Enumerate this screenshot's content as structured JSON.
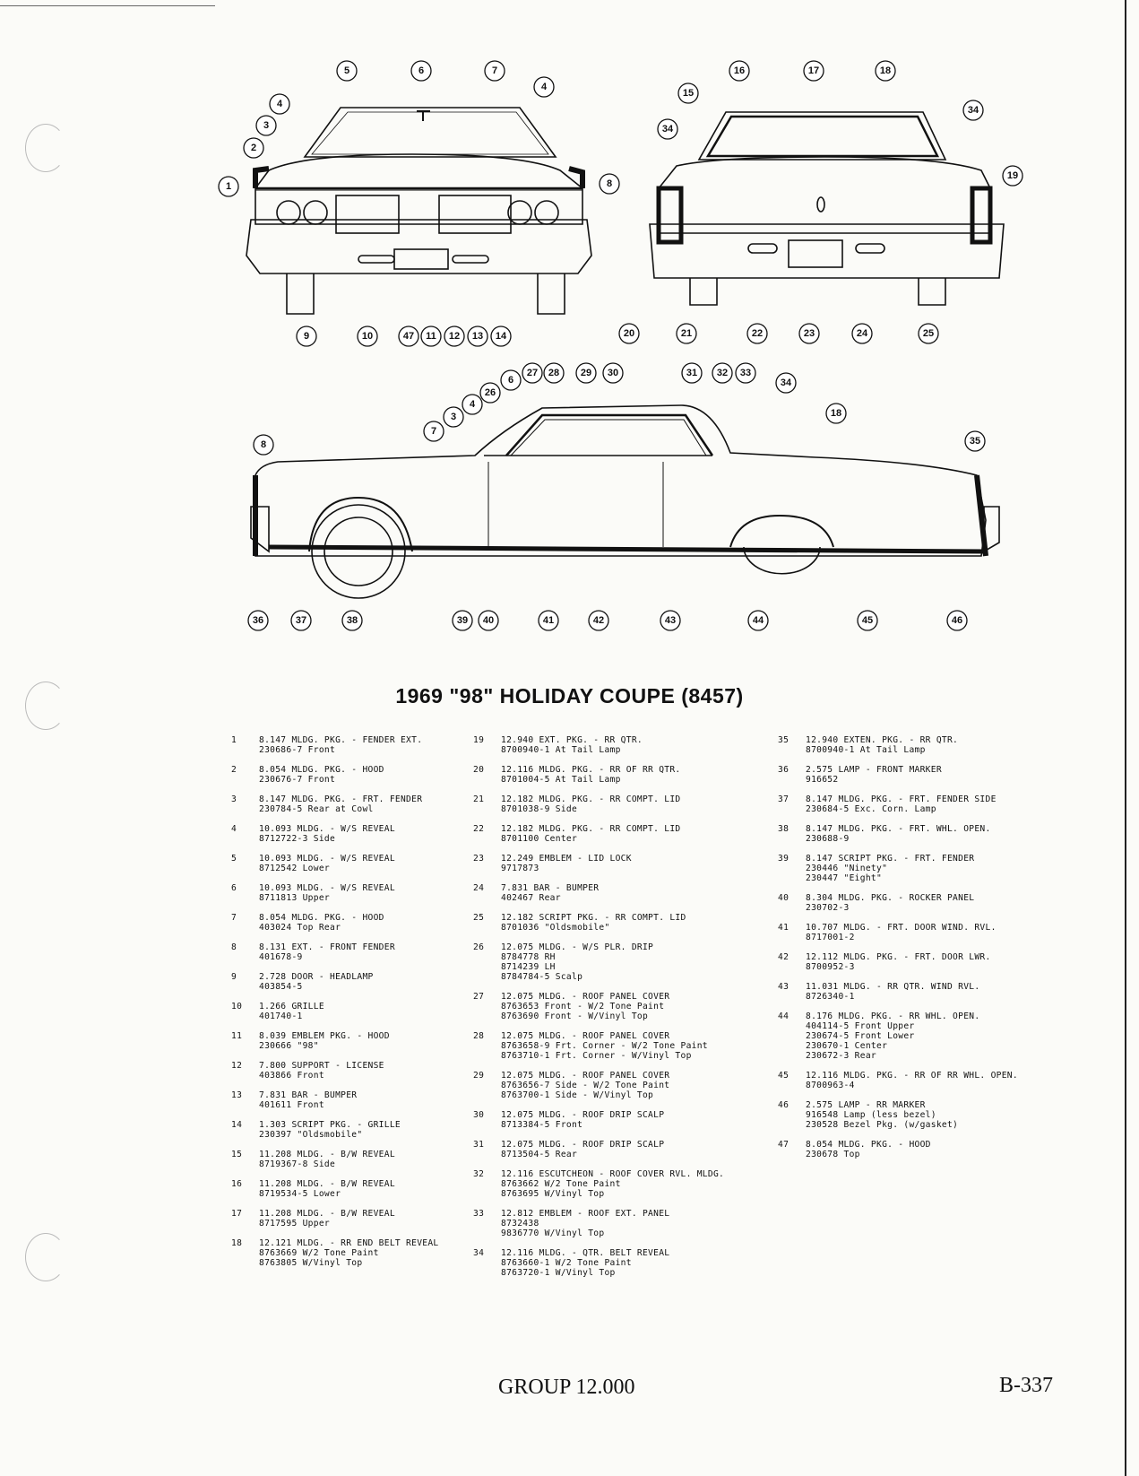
{
  "title": "1969 \"98\" HOLIDAY COUPE (8457)",
  "callouts": {
    "front": [
      "1",
      "2",
      "3",
      "4",
      "4",
      "5",
      "6",
      "7",
      "8",
      "9",
      "10",
      "47",
      "11",
      "12",
      "13",
      "14"
    ],
    "rear": [
      "15",
      "16",
      "17",
      "18",
      "34",
      "34",
      "19",
      "20",
      "21",
      "22",
      "23",
      "24",
      "25"
    ],
    "side": [
      "8",
      "7",
      "3",
      "4",
      "26",
      "6",
      "27",
      "28",
      "29",
      "30",
      "31",
      "32",
      "33",
      "34",
      "18",
      "35",
      "36",
      "37",
      "38",
      "39",
      "40",
      "41",
      "42",
      "43",
      "44",
      "45",
      "46"
    ]
  },
  "parts_col1": [
    {
      "num": "1",
      "lines": [
        "8.147 MLDG. PKG. - FENDER EXT.",
        "230686-7 Front"
      ]
    },
    {
      "num": "2",
      "lines": [
        "8.054 MLDG. PKG. - HOOD",
        "230676-7 Front"
      ]
    },
    {
      "num": "3",
      "lines": [
        "8.147 MLDG. PKG. - FRT. FENDER",
        "230784-5 Rear at Cowl"
      ]
    },
    {
      "num": "4",
      "lines": [
        "10.093 MLDG. - W/S REVEAL",
        "8712722-3 Side"
      ]
    },
    {
      "num": "5",
      "lines": [
        "10.093 MLDG. - W/S REVEAL",
        "8712542 Lower"
      ]
    },
    {
      "num": "6",
      "lines": [
        "10.093 MLDG. - W/S REVEAL",
        "8711813 Upper"
      ]
    },
    {
      "num": "7",
      "lines": [
        "8.054 MLDG. PKG. - HOOD",
        "403024 Top Rear"
      ]
    },
    {
      "num": "8",
      "lines": [
        "8.131 EXT. - FRONT FENDER",
        "401678-9"
      ]
    },
    {
      "num": "9",
      "lines": [
        "2.728 DOOR - HEADLAMP",
        "403854-5"
      ]
    },
    {
      "num": "10",
      "lines": [
        "1.266 GRILLE",
        "401740-1"
      ]
    },
    {
      "num": "11",
      "lines": [
        "8.039 EMBLEM PKG. - HOOD",
        "230666 \"98\""
      ]
    },
    {
      "num": "12",
      "lines": [
        "7.800 SUPPORT - LICENSE",
        "403866 Front"
      ]
    },
    {
      "num": "13",
      "lines": [
        "7.831 BAR - BUMPER",
        "401611 Front"
      ]
    },
    {
      "num": "14",
      "lines": [
        "1.303 SCRIPT PKG. - GRILLE",
        "230397 \"Oldsmobile\""
      ]
    },
    {
      "num": "15",
      "lines": [
        "11.208 MLDG. - B/W REVEAL",
        "8719367-8 Side"
      ]
    },
    {
      "num": "16",
      "lines": [
        "11.208 MLDG. - B/W REVEAL",
        "8719534-5 Lower"
      ]
    },
    {
      "num": "17",
      "lines": [
        "11.208 MLDG. - B/W REVEAL",
        "8717595 Upper"
      ]
    },
    {
      "num": "18",
      "lines": [
        "12.121 MLDG. - RR END BELT REVEAL",
        "8763669 W/2 Tone Paint",
        "8763805 W/Vinyl Top"
      ]
    }
  ],
  "parts_col2": [
    {
      "num": "19",
      "lines": [
        "12.940 EXT. PKG. - RR QTR.",
        "8700940-1 At Tail Lamp"
      ]
    },
    {
      "num": "20",
      "lines": [
        "12.116 MLDG. PKG. - RR OF RR QTR.",
        "8701004-5 At Tail Lamp"
      ]
    },
    {
      "num": "21",
      "lines": [
        "12.182 MLDG. PKG. - RR COMPT. LID",
        "8701038-9 Side"
      ]
    },
    {
      "num": "22",
      "lines": [
        "12.182 MLDG. PKG. - RR COMPT. LID",
        "8701100 Center"
      ]
    },
    {
      "num": "23",
      "lines": [
        "12.249 EMBLEM - LID LOCK",
        "9717873"
      ]
    },
    {
      "num": "24",
      "lines": [
        "7.831 BAR - BUMPER",
        "402467 Rear"
      ]
    },
    {
      "num": "25",
      "lines": [
        "12.182 SCRIPT PKG. - RR COMPT. LID",
        "8701036 \"Oldsmobile\""
      ]
    },
    {
      "num": "26",
      "lines": [
        "12.075 MLDG. - W/S PLR. DRIP",
        "8784778 RH",
        "8714239 LH",
        "8784784-5 Scalp"
      ]
    },
    {
      "num": "27",
      "lines": [
        "12.075 MLDG. - ROOF PANEL COVER",
        "8763653 Front - W/2 Tone Paint",
        "8763690 Front - W/Vinyl Top"
      ]
    },
    {
      "num": "28",
      "lines": [
        "12.075 MLDG. - ROOF PANEL COVER",
        "8763658-9 Frt. Corner - W/2 Tone Paint",
        "8763710-1 Frt. Corner - W/Vinyl Top"
      ]
    },
    {
      "num": "29",
      "lines": [
        "12.075 MLDG. - ROOF PANEL COVER",
        "8763656-7 Side - W/2 Tone Paint",
        "8763700-1 Side - W/Vinyl Top"
      ]
    },
    {
      "num": "30",
      "lines": [
        "12.075 MLDG. - ROOF DRIP SCALP",
        "8713384-5 Front"
      ]
    },
    {
      "num": "31",
      "lines": [
        "12.075 MLDG. - ROOF DRIP SCALP",
        "8713504-5 Rear"
      ]
    },
    {
      "num": "32",
      "lines": [
        "12.116 ESCUTCHEON - ROOF COVER RVL. MLDG.",
        "8763662 W/2 Tone Paint",
        "8763695 W/Vinyl Top"
      ]
    },
    {
      "num": "33",
      "lines": [
        "12.812 EMBLEM - ROOF EXT. PANEL",
        "8732438",
        "9836770 W/Vinyl Top"
      ]
    },
    {
      "num": "34",
      "lines": [
        "12.116 MLDG. - QTR. BELT REVEAL",
        "8763660-1 W/2 Tone Paint",
        "8763720-1 W/Vinyl Top"
      ]
    }
  ],
  "parts_col3": [
    {
      "num": "35",
      "lines": [
        "12.940 EXTEN. PKG. - RR QTR.",
        "8700940-1 At Tail Lamp"
      ]
    },
    {
      "num": "36",
      "lines": [
        "2.575 LAMP - FRONT MARKER",
        "916652"
      ]
    },
    {
      "num": "37",
      "lines": [
        "8.147 MLDG. PKG. - FRT. FENDER SIDE",
        "230684-5 Exc. Corn. Lamp"
      ]
    },
    {
      "num": "38",
      "lines": [
        "8.147 MLDG. PKG. - FRT. WHL. OPEN.",
        "230688-9"
      ]
    },
    {
      "num": "39",
      "lines": [
        "8.147 SCRIPT PKG. - FRT. FENDER",
        "230446 \"Ninety\"",
        "230447 \"Eight\""
      ]
    },
    {
      "num": "40",
      "lines": [
        "8.304 MLDG. PKG. - ROCKER PANEL",
        "230702-3"
      ]
    },
    {
      "num": "41",
      "lines": [
        "10.707 MLDG. - FRT. DOOR WIND. RVL.",
        "8717001-2"
      ]
    },
    {
      "num": "42",
      "lines": [
        "12.112 MLDG. PKG. - FRT. DOOR LWR.",
        "8700952-3"
      ]
    },
    {
      "num": "43",
      "lines": [
        "11.031 MLDG. - RR QTR. WIND RVL.",
        "8726340-1"
      ]
    },
    {
      "num": "44",
      "lines": [
        "8.176 MLDG. PKG. - RR WHL. OPEN.",
        "404114-5 Front Upper",
        "230674-5 Front Lower",
        "230670-1 Center",
        "230672-3 Rear"
      ]
    },
    {
      "num": "45",
      "lines": [
        "12.116 MLDG. PKG. - RR OF RR WHL. OPEN.",
        "8700963-4"
      ]
    },
    {
      "num": "46",
      "lines": [
        "2.575 LAMP - RR MARKER",
        "916548 Lamp (less bezel)",
        "230528 Bezel Pkg. (w/gasket)"
      ]
    },
    {
      "num": "47",
      "lines": [
        "8.054 MLDG. PKG. - HOOD",
        "230678 Top"
      ]
    }
  ],
  "footer": {
    "group": "GROUP 12.000",
    "page": "B-337"
  },
  "colors": {
    "ink": "#111111",
    "paper": "#fbfbf8"
  }
}
